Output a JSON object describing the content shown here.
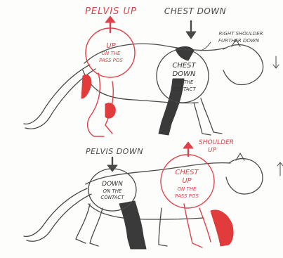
{
  "top": {
    "pelvis_title": "PELVIS UP",
    "chest_title": "CHEST DOWN",
    "shoulder_note_line1": "RIGHT SHOULDER",
    "shoulder_note_line2": "FURTHER DOWN",
    "pelvis_circle": [
      "UP",
      "ON THE",
      "PASS POS"
    ],
    "chest_circle": [
      "CHEST",
      "DOWN",
      "ON THE",
      "CONTACT"
    ]
  },
  "bottom": {
    "pelvis_title": "PELVIS DOWN",
    "shoulder_title_line1": "SHOULDER",
    "shoulder_title_line2": "UP",
    "pelvis_circle": [
      "DOWN",
      "ON THE",
      "CONTACT"
    ],
    "chest_circle": [
      "CHEST",
      "UP",
      "ON THE",
      "PASS POS"
    ]
  },
  "colors": {
    "red": "#e0404a",
    "ink": "#4a4a4a",
    "dark_leg": "#3a3a3a",
    "red_fill": "#e23b3b"
  }
}
